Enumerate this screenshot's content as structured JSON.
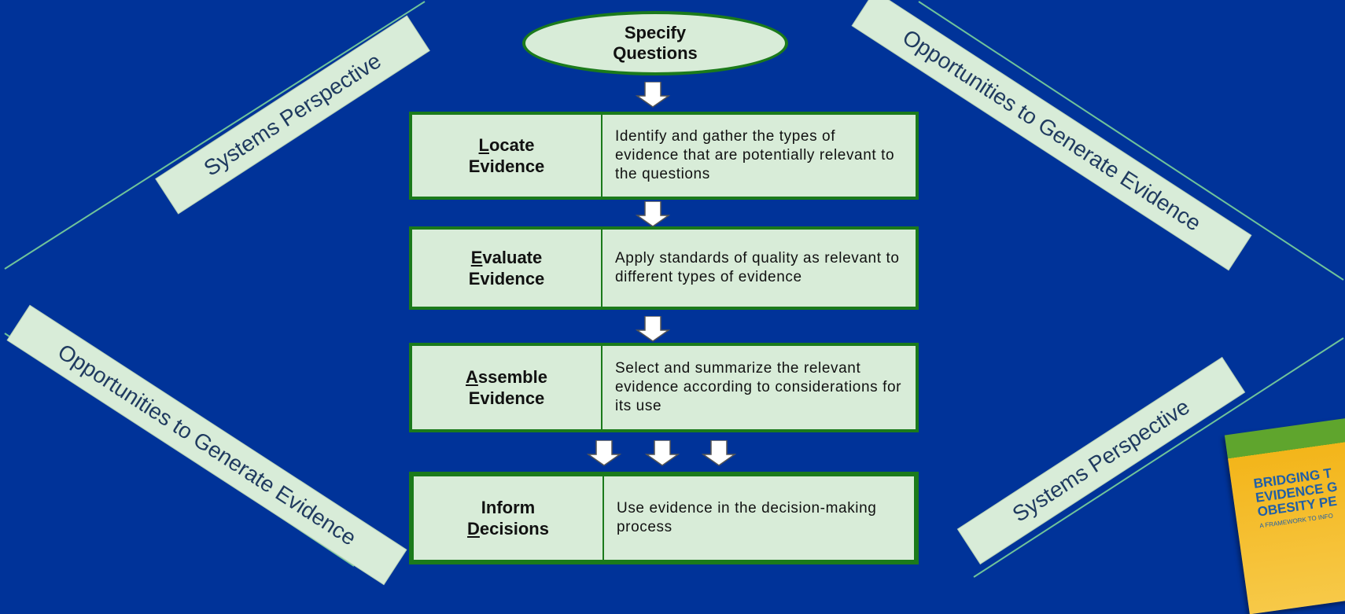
{
  "colors": {
    "background": "#003399",
    "box_fill": "#d8ecd8",
    "box_border": "#1b7a1b",
    "banner_text": "#1f3a5f"
  },
  "banners": {
    "systems_left": "Systems Perspective",
    "systems_right": "Systems Perspective",
    "opportunities_right": "Opportunities to Generate Evidence",
    "opportunities_left": "Opportunities to Generate Evidence"
  },
  "start": {
    "line1": "Specify",
    "line2": "Questions"
  },
  "steps": [
    {
      "key_letter": "L",
      "title_rest": "ocate",
      "title_line2": "Evidence",
      "description": "Identify and gather the types of evidence that are potentially relevant to the questions"
    },
    {
      "key_letter": "E",
      "title_rest": "valuate",
      "title_line2": "Evidence",
      "description": "Apply standards of quality as relevant to different types of evidence"
    },
    {
      "key_letter": "A",
      "title_rest": "ssemble",
      "title_line2": "Evidence",
      "description": "Select and summarize the relevant evidence according to considerations for its use"
    },
    {
      "title_line1": "Inform",
      "key_letter": "D",
      "title_rest": "ecisions",
      "description": "Use evidence in the decision-making process"
    }
  ],
  "book": {
    "title_line1": "BRIDGING T",
    "title_line2": "EVIDENCE G",
    "title_line3": "OBESITY PE",
    "subtitle": "A FRAMEWORK TO INFO"
  }
}
